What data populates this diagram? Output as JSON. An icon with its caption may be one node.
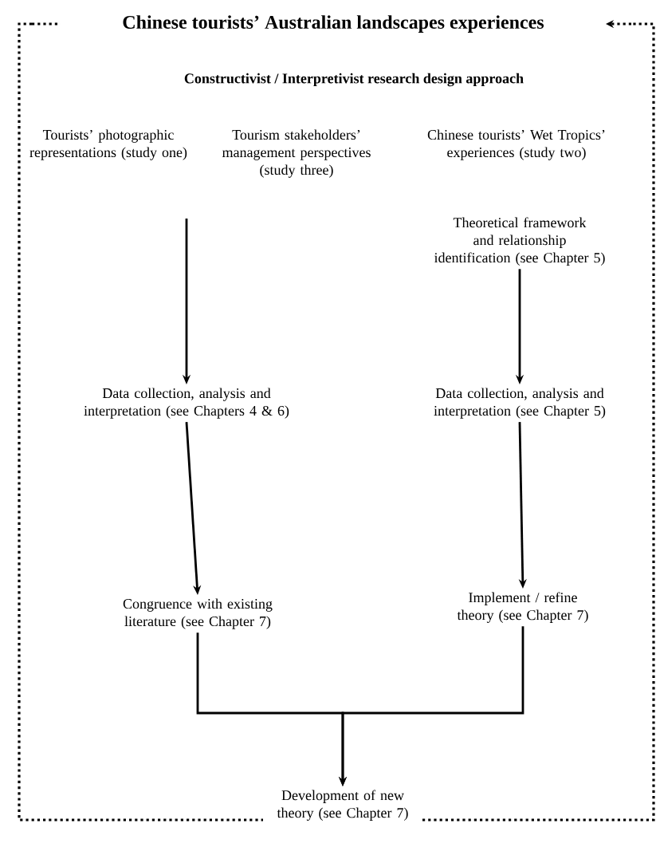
{
  "diagram": {
    "title": "Chinese tourists’ Australian landscapes experiences",
    "nodes": [
      {
        "text": [
          "Tourists’ photographic representations (study one)"
        ]
      },
      {
        "text": [
          "Tourism stakeholders’ management perspectives (study three)"
        ]
      },
      {
        "text": [
          "Chinese tourists’ Wet Tropics’ experiences (study two)"
        ]
      },
      {
        "text": [
          "Theoretical framework and relationship identification (see Chapter 5)"
        ]
      },
      {
        "text": [
          "Data collection, analysis and interpretation (see Chapters 4 & 6)"
        ]
      },
      {
        "text": [
          "Data collection, analysis and interpretation (see Chapter 5)"
        ]
      },
      {
        "text": [
          "Congruence with existing literature (see Chapter 7)"
        ]
      },
      {
        "text": [
          "Implement / refine theory (see Chapter 7)"
        ]
      },
      {
        "text": [
          "Development of new theory (see Chapter 7)"
        ]
      }
    ],
    "edges": [
      {
        "from": null,
        "to": 4,
        "arrow": "to"
      },
      {
        "from": 4,
        "to": 6,
        "arrow": "to"
      },
      {
        "from": 3,
        "to": 5,
        "arrow": "to"
      },
      {
        "from": 5,
        "to": 7,
        "arrow": "to"
      },
      {
        "from": 6,
        "to": 8,
        "arrow": "to"
      },
      {
        "from": 7,
        "to": 8,
        "arrow": "to"
      }
    ],
    "labels": [
      "Constructivist / Interpretivist research design approach"
    ]
  }
}
